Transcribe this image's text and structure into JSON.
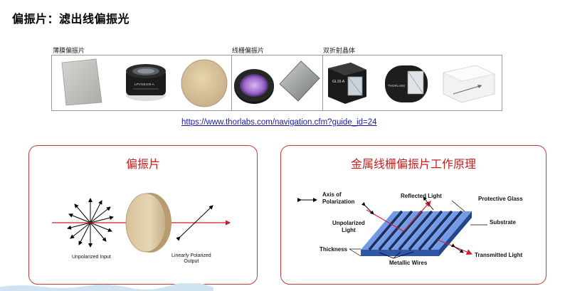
{
  "page": {
    "title": "偏振片：滤出线偏振光"
  },
  "products": {
    "groups": [
      {
        "label": "薄膜偏振片"
      },
      {
        "label": "线栅偏振片"
      },
      {
        "label": "双折射晶体"
      }
    ],
    "items": [
      {
        "icon": "film-polarizer-sheet-image"
      },
      {
        "icon": "mounted-polarizer-image",
        "text": "LPVISE100-A"
      },
      {
        "icon": "round-polarizer-disc-image"
      },
      {
        "icon": "wire-grid-polarizer-mounted-image"
      },
      {
        "icon": "wire-grid-square-plate-image"
      },
      {
        "icon": "calcite-prism-mount-image",
        "text": "GL15-A"
      },
      {
        "icon": "housed-prism-polarizer-image",
        "text": "THORLABS"
      },
      {
        "icon": "birefringent-crystal-image"
      }
    ]
  },
  "link": {
    "text": "https://www.thorlabs.com/navigation.cfm?guide_id=24"
  },
  "left_panel": {
    "title": "偏振片",
    "labels": {
      "unpolarized_input": "Unpolarized Input",
      "linearly_polarized_1": "Linearly Polarized",
      "linearly_polarized_2": "Output"
    }
  },
  "right_panel": {
    "title": "金属线栅偏振片工作原理",
    "labels": {
      "axis_1": "Axis of",
      "axis_2": "Polarization",
      "reflected": "Reflected Light",
      "protective": "Protective Glass",
      "unpolarized_1": "Unpolarized",
      "unpolarized_2": "Light",
      "substrate": "Substrate",
      "thickness": "Thickness",
      "transmitted": "Transmitted Light",
      "wires": "Metallic Wires"
    }
  },
  "colors": {
    "accent_red": "#c8201f",
    "panel_border": "#c23a3a",
    "link_blue": "#1a1aa6",
    "substrate_blue": "#3f6fc2"
  }
}
